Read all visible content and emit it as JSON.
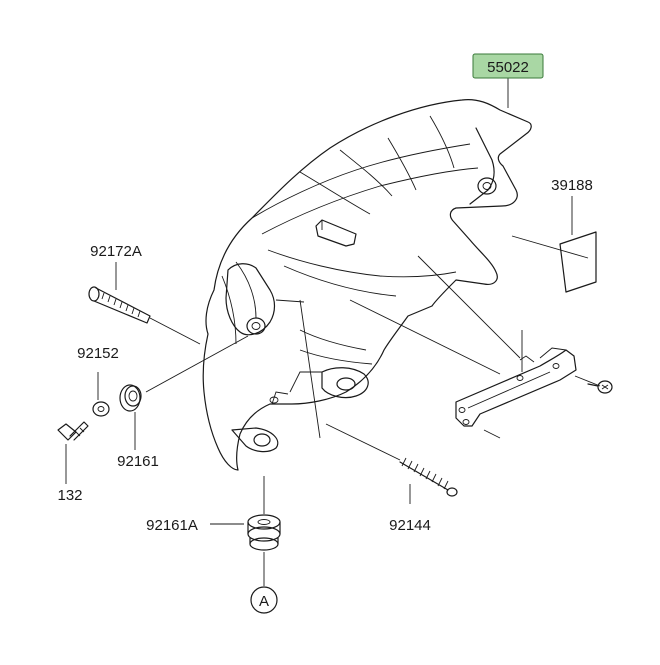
{
  "diagram": {
    "highlight_color": "#a9d7a4",
    "labels": {
      "p55022": "55022",
      "p39188": "39188",
      "p92172A": "92172A",
      "p92152": "92152",
      "p132": "132",
      "p92161": "92161",
      "p92161A": "92161A",
      "p92144": "92144",
      "ref_A": "A"
    }
  }
}
